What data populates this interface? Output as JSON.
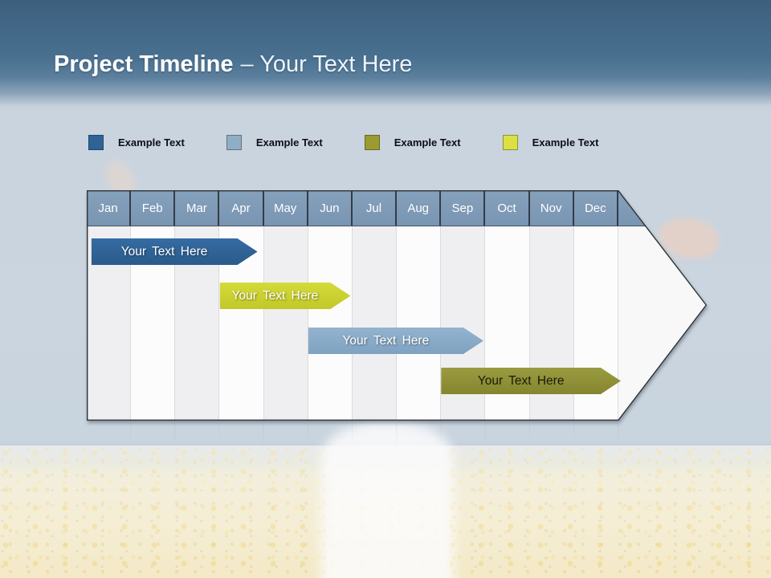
{
  "slide_title": {
    "bold": "Project Timeline",
    "rest": "– Your Text Here"
  },
  "legend": {
    "items": [
      {
        "label": "Example Text",
        "color": "#2E6396"
      },
      {
        "label": "Example Text",
        "color": "#8FAEC6"
      },
      {
        "label": "Example Text",
        "color": "#9A9B30"
      },
      {
        "label": "Example Text",
        "color": "#DDE042"
      }
    ]
  },
  "chart_data": {
    "type": "gantt",
    "title": "Project Timeline – Your Text Here",
    "categories": [
      "Jan",
      "Feb",
      "Mar",
      "Apr",
      "May",
      "Jun",
      "Jul",
      "Aug",
      "Sep",
      "Oct",
      "Nov",
      "Dec"
    ],
    "header_fill": "#7E9CB8",
    "bars": [
      {
        "label": "Your Text Here",
        "row": 0,
        "start_month": 0.1,
        "end_month": 3.4,
        "fill": "#356CA2",
        "fill_dark": "#2A5A8B",
        "text_color": "#FFFFFF"
      },
      {
        "label": "Your Text Here",
        "row": 1,
        "start_month": 3.0,
        "end_month": 5.5,
        "fill": "#D3DA39",
        "fill_dark": "#C1C827",
        "text_color": "#FFFFFF"
      },
      {
        "label": "Your Text Here",
        "row": 2,
        "start_month": 5.0,
        "end_month": 8.5,
        "fill": "#93B3CE",
        "fill_dark": "#7EA2C1",
        "text_color": "#FFFFFF"
      },
      {
        "label": "Your Text Here",
        "row": 3,
        "start_month": 8.0,
        "end_month": 11.6,
        "fill": "#9A9B41",
        "fill_dark": "#84852D",
        "text_color": "#1A1A0A"
      }
    ]
  }
}
